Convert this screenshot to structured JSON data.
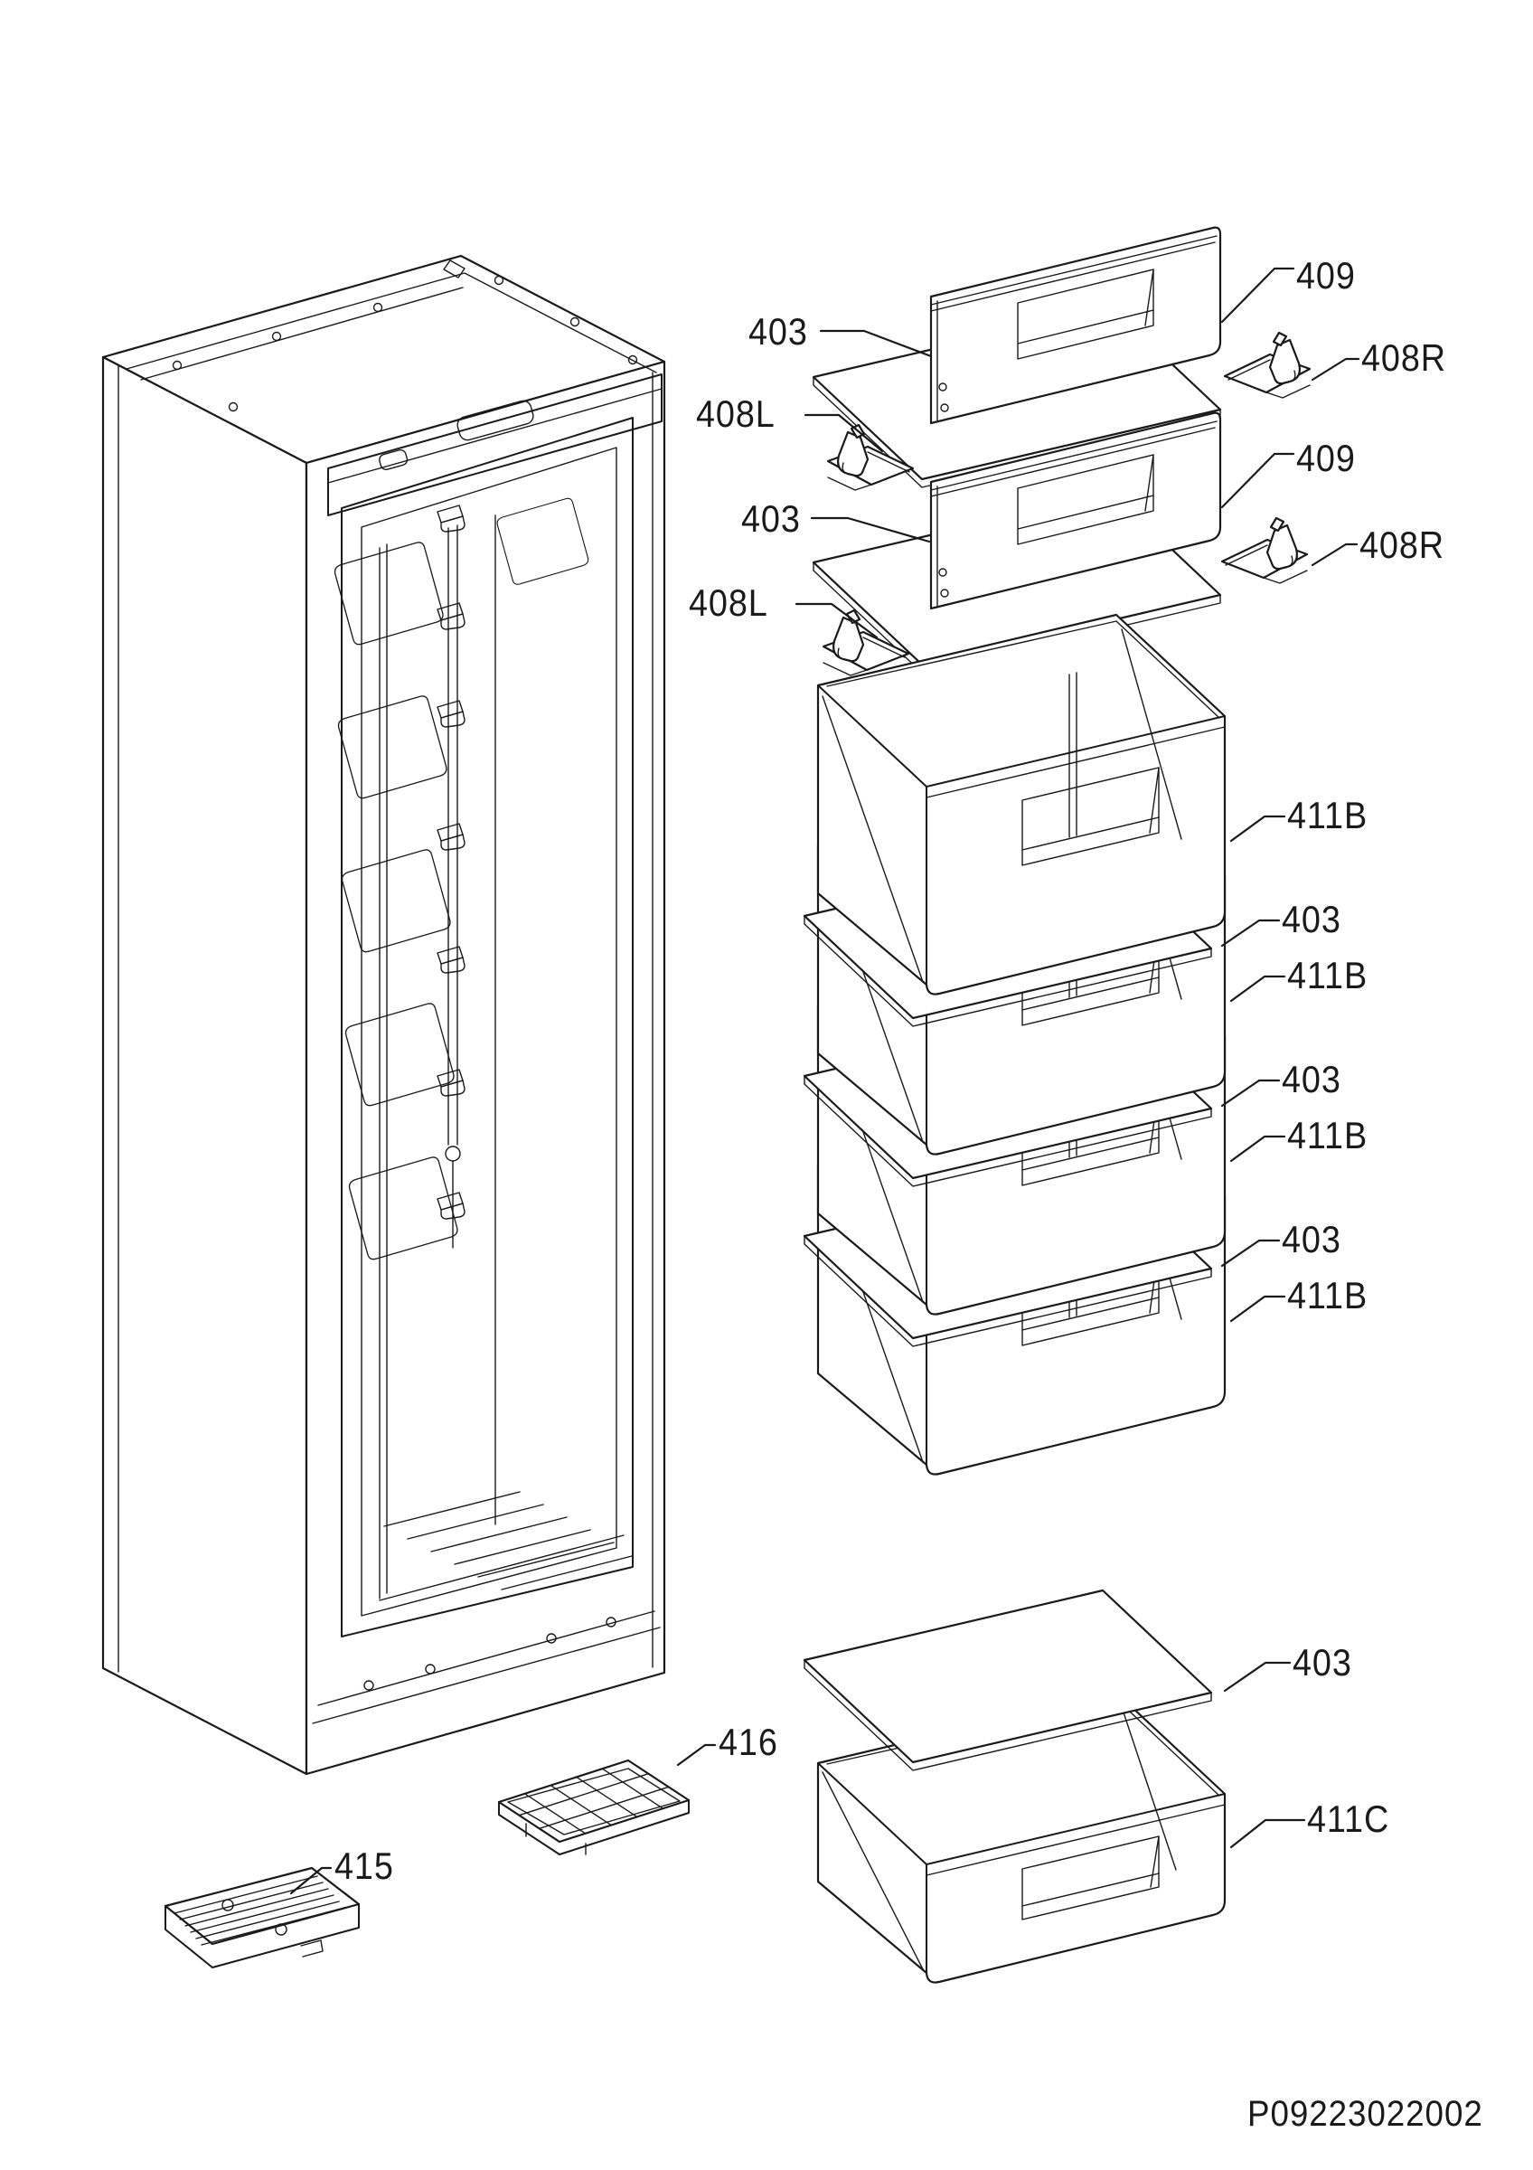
{
  "page": {
    "background": "#ffffff",
    "line_color": "#1a1a1a"
  },
  "doc": {
    "number": "P09223022002"
  },
  "callouts": [
    {
      "id": "403-1",
      "part": "glass-shelf",
      "text": "403"
    },
    {
      "id": "408L-1",
      "part": "bracket-left",
      "text": "408L"
    },
    {
      "id": "409-1",
      "part": "front-panel",
      "text": "409"
    },
    {
      "id": "408R-1",
      "part": "bracket-right",
      "text": "408R"
    },
    {
      "id": "403-2",
      "part": "glass-shelf",
      "text": "403"
    },
    {
      "id": "408L-2",
      "part": "bracket-left",
      "text": "408L"
    },
    {
      "id": "409-2",
      "part": "front-panel",
      "text": "409"
    },
    {
      "id": "408R-2",
      "part": "bracket-right",
      "text": "408R"
    },
    {
      "id": "411B-1",
      "part": "drawer-big",
      "text": "411B"
    },
    {
      "id": "403-3",
      "part": "glass-shelf",
      "text": "403"
    },
    {
      "id": "411B-2",
      "part": "drawer-big",
      "text": "411B"
    },
    {
      "id": "403-4",
      "part": "glass-shelf",
      "text": "403"
    },
    {
      "id": "411B-3",
      "part": "drawer-big",
      "text": "411B"
    },
    {
      "id": "403-5",
      "part": "glass-shelf",
      "text": "403"
    },
    {
      "id": "411B-4",
      "part": "drawer-big",
      "text": "411B"
    },
    {
      "id": "403-6",
      "part": "glass-shelf",
      "text": "403"
    },
    {
      "id": "411C-1",
      "part": "drawer-small",
      "text": "411C"
    },
    {
      "id": "416-1",
      "part": "ice-cube-tray",
      "text": "416"
    },
    {
      "id": "415-1",
      "part": "cold-plate",
      "text": "415"
    }
  ]
}
